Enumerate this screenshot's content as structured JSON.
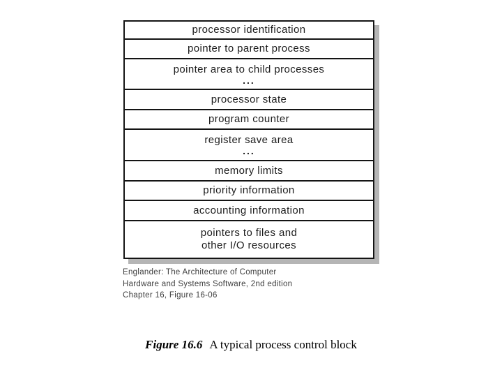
{
  "figure": {
    "rows": [
      {
        "line1": "processor identification"
      },
      {
        "line1": "pointer to parent process"
      },
      {
        "line1": "pointer area to child processes",
        "line2": "..."
      },
      {
        "line1": "processor state"
      },
      {
        "line1": "program counter"
      },
      {
        "line1": "register save area",
        "line2": "..."
      },
      {
        "line1": "memory limits"
      },
      {
        "line1": "priority information"
      },
      {
        "line1": "accounting information"
      },
      {
        "line1": "pointers to files and",
        "line2": "other I/O resources"
      }
    ],
    "attribution": {
      "line1": "Englander: The Architecture of Computer",
      "line2": "Hardware and Systems Software, 2nd edition",
      "line3": "Chapter 16, Figure 16-06"
    },
    "caption": {
      "label": "Figure 16.6",
      "text": "A typical process control block"
    },
    "colors": {
      "border": "#141414",
      "shadow": "#b5b5b5",
      "row_text": "#1c1c1c",
      "attribution_text": "#3e3e3e",
      "background": "#ffffff"
    }
  }
}
